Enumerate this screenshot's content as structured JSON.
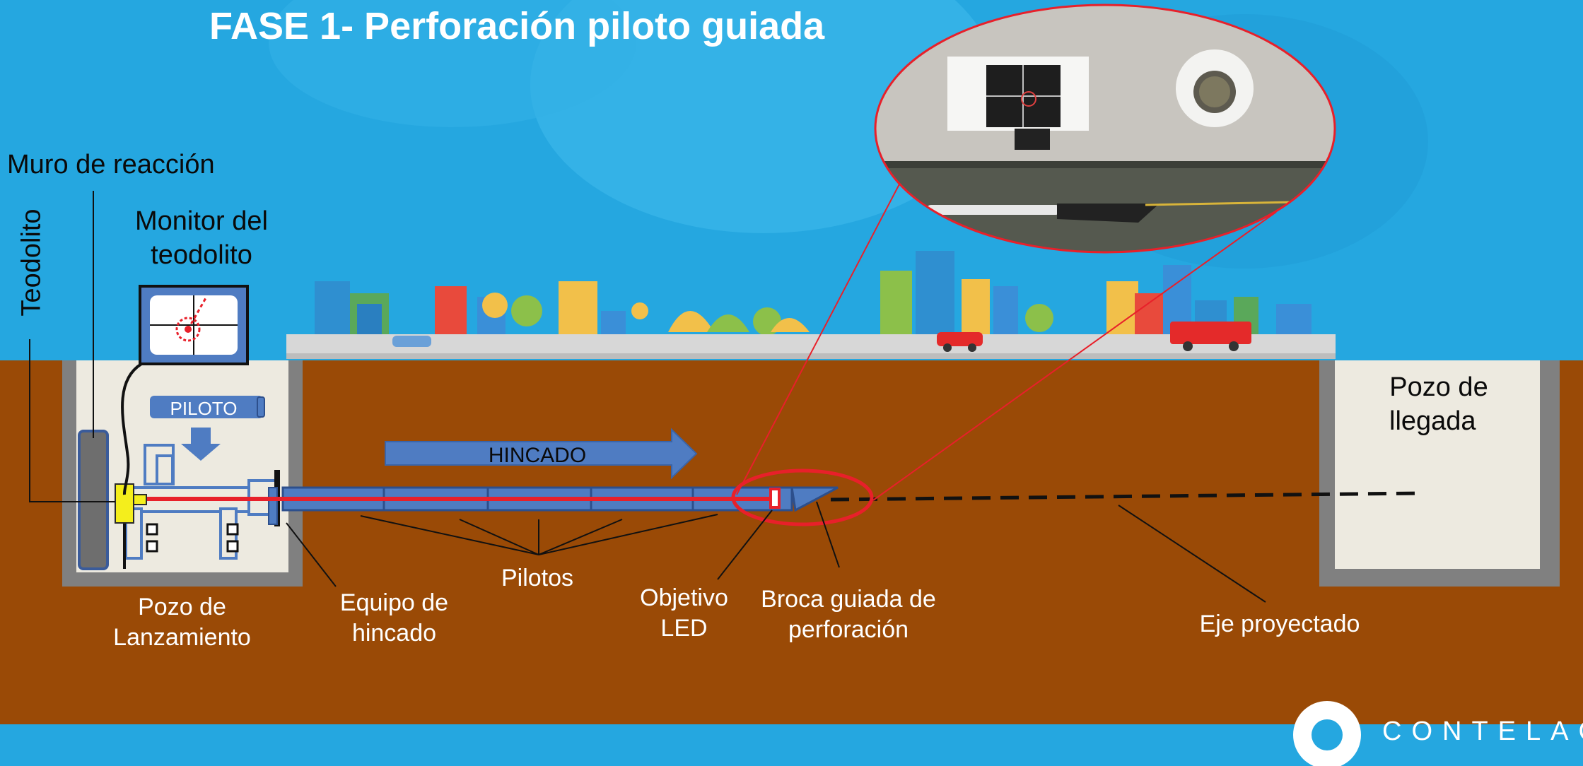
{
  "title": "FASE 1- Perforación piloto guiada",
  "labels": {
    "reaction_wall": "Muro de reacción",
    "theodolite": "Teodolito",
    "monitor_line1": "Monitor del",
    "monitor_line2": "teodolito",
    "piloto_tag": "PILOTO",
    "hincado_arrow": "HINCADO",
    "arrival_pit_line1": "Pozo de",
    "arrival_pit_line2": "llegada",
    "launch_pit_line1": "Pozo de",
    "launch_pit_line2": "Lanzamiento",
    "jacking_equipment_line1": "Equipo de",
    "jacking_equipment_line2": "hincado",
    "pilots": "Pilotos",
    "led_target_line1": "Objetivo",
    "led_target_line2": "LED",
    "drill_bit_line1": "Broca guiada de",
    "drill_bit_line2": "perforación",
    "projected_axis": "Eje proyectado"
  },
  "colors": {
    "sky": "#25a7e0",
    "soil": "#9a4a06",
    "pit": "#edeae0",
    "pipe": "#4f7cc2",
    "laser": "#e8202a",
    "led_target": "#f4ee1c"
  },
  "icons": [
    "city-skyline-icon",
    "theodolite-monitor-icon",
    "down-arrow-icon",
    "hincado-arrow-icon",
    "theodolite-icon",
    "led-target-icon",
    "drill-bit-icon",
    "logo-icon"
  ]
}
